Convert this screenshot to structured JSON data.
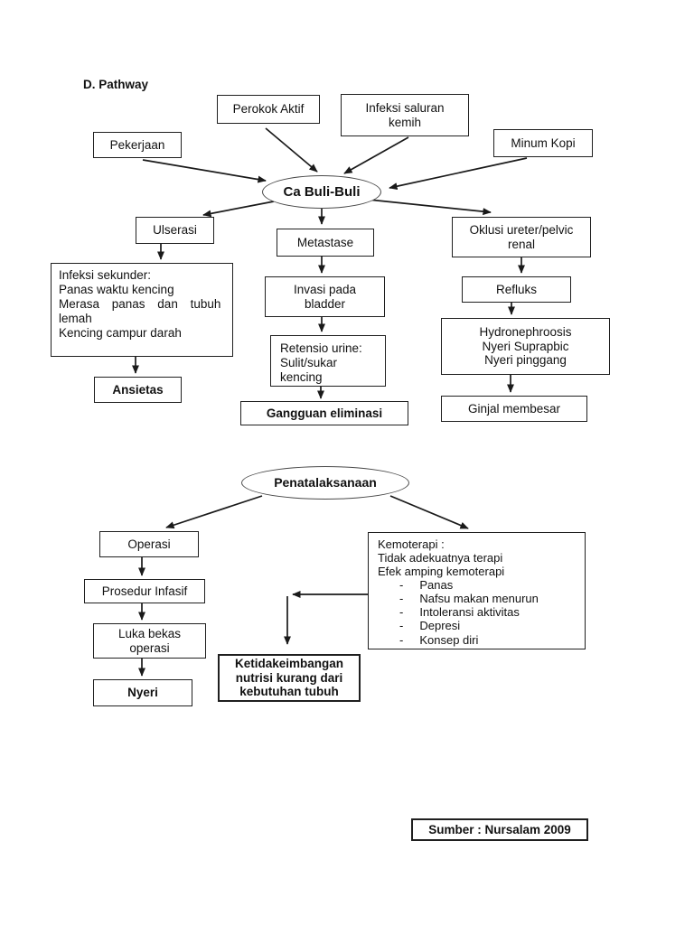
{
  "title": "D. Pathway",
  "colors": {
    "line": "#1a1a1a",
    "text": "#111111",
    "background": "#ffffff"
  },
  "diagram": {
    "causes": {
      "pekerjaan": "Pekerjaan",
      "perokok_aktif": "Perokok Aktif",
      "infeksi_saluran_kemih": "Infeksi saluran\nkemih",
      "minum_kopi": "Minum Kopi"
    },
    "central_node": "Ca Buli-Buli",
    "branch_ulserasi": {
      "ulserasi": "Ulserasi",
      "infeksi_sekunder": {
        "line1": "Infeksi sekunder:",
        "line2": "Panas waktu kencing",
        "line3": "Merasa panas dan tubuh",
        "line4": "lemah",
        "line5": "Kencing campur darah"
      },
      "ansietas": "Ansietas"
    },
    "branch_metastase": {
      "metastase": "Metastase",
      "invasi_pada_bladder": "Invasi pada\nbladder",
      "retensio_urine": "Retensio urine:\nSulit/sukar\nkencing",
      "gangguan_eliminasi": "Gangguan eliminasi"
    },
    "branch_oklusi": {
      "oklusi": "Oklusi ureter/pelvic\nrenal",
      "refluks": "Refluks",
      "hydronephrosis": "Hydronephroosis\nNyeri Suprapbic\nNyeri pinggang",
      "ginjal_membesar": "Ginjal membesar"
    },
    "management_node": "Penatalaksanaan",
    "branch_operasi": {
      "operasi": "Operasi",
      "prosedur_infasif": "Prosedur Infasif",
      "luka_bekas_operasi": "Luka bekas\noperasi",
      "nyeri": "Nyeri"
    },
    "kemoterapi": {
      "header": "Kemoterapi :\nTidak adekuatnya terapi\nEfek amping kemoterapi",
      "dash": "-",
      "items": [
        "Panas",
        "Nafsu makan menurun",
        "Intoleransi aktivitas",
        "Depresi",
        "Konsep diri"
      ]
    },
    "ketidakseimbangan": "Ketidakeimbangan\nnutrisi kurang dari\nkebutuhan tubuh",
    "sumber": "Sumber : Nursalam 2009"
  }
}
